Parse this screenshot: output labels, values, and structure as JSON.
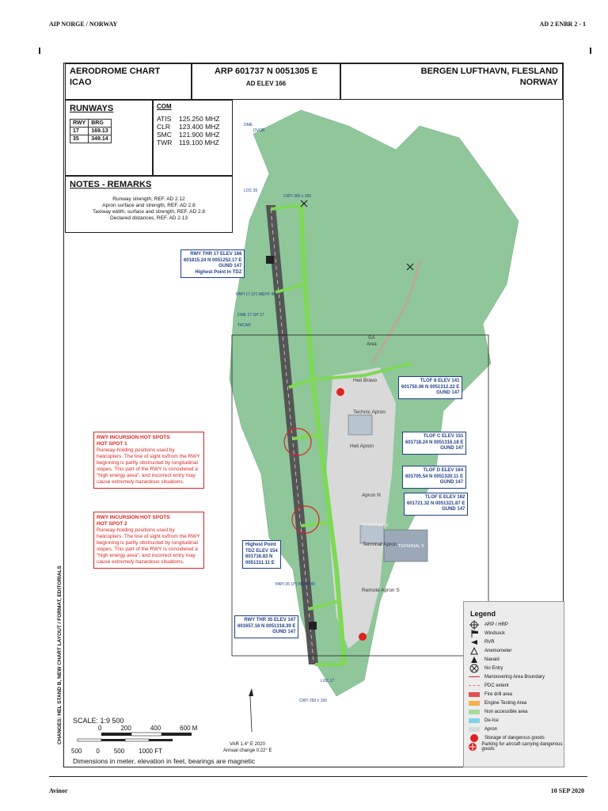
{
  "header": {
    "left": "AIP NORGE / NORWAY",
    "right": "AD 2 ENBR 2 - 1"
  },
  "title": {
    "chart_type_1": "AERODROME CHART",
    "chart_type_2": "ICAO",
    "arp": "ARP 601737 N  0051305 E",
    "elev": "AD ELEV 166",
    "airport": "BERGEN LUFTHAVN, FLESLAND",
    "country": "NORWAY"
  },
  "runways": {
    "heading": "RUNWAYS",
    "col_rwy": "RWY",
    "col_brg": "BRG",
    "rows": [
      {
        "rwy": "17",
        "brg": "169.13"
      },
      {
        "rwy": "35",
        "brg": "349.14"
      }
    ]
  },
  "com": {
    "heading": "COM",
    "rows": [
      {
        "name": "ATIS",
        "freq": "125.250 MHZ"
      },
      {
        "name": "CLR",
        "freq": "123.400 MHZ"
      },
      {
        "name": "SMC",
        "freq": "121.900 MHZ"
      },
      {
        "name": "TWR",
        "freq": "119.100 MHZ"
      }
    ]
  },
  "notes": {
    "heading": "NOTES - REMARKS",
    "lines": [
      "Runway strength, REF. AD 2.12",
      "Apron surface and strength, REF. AD 2.8",
      "Taxiway width, surface and strength, REF. AD 2.8",
      "Declared distances, REF. AD 2.13"
    ]
  },
  "labels": {
    "thr17": [
      "RWY THR 17 ELEV 166",
      "601815.24 N 0051252.17 E",
      "GUND 147",
      "Highest Point In TDZ"
    ],
    "tlof8": [
      "TLOF 8 ELEV 141",
      "601750.06 N 0051312.22 E",
      "GUND 147"
    ],
    "tlof_c": [
      "TLOF C ELEV 151",
      "601718.24 N 0051316.18 E",
      "GUND 147"
    ],
    "tlof_d": [
      "TLOF D ELEV 164",
      "601705.54 N 0051320.11 E",
      "GUND 147"
    ],
    "tlof_e": [
      "TLOF E ELEV 162",
      "601721.32 N 0051321.87 E",
      "GUND 147"
    ],
    "highest": [
      "Highest Point",
      "TDZ ELEV 154",
      "601718.83 N",
      "0051311.11 E"
    ],
    "thr35": [
      "RWY THR 35 ELEV 147",
      "601657.16 N 0051318.39 E",
      "GUND 147"
    ]
  },
  "hotspots": [
    {
      "title": "RWY INCURSION HOT SPOTS",
      "sub": "HOT SPOT 1",
      "text": "Runway-holding positions used by helicopters. The line of sight to/from the RWY beginning is partly obstructed by longitudinal slopes. This part of the RWY is considered a \"high energy area\", and incorrect entry may cause extremely hazardous situations."
    },
    {
      "title": "RWY INCURSION HOT SPOTS",
      "sub": "HOT SPOT 2",
      "text": "Runway-holding positions used by helicopters. The line of sight to/from the RWY beginning is partly obstructed by longitudinal slopes. This part of the RWY is considered a \"high energy area\", and incorrect entry may cause extremely hazardous situations."
    }
  ],
  "map_text": {
    "cwy_n": "CWY 300 x 150",
    "cwy_s": "CWY 293 x 150",
    "dme": "DME",
    "dvor": "DVOR",
    "tacan": "TACAN",
    "loc35": "LOC 35",
    "loc17": "LOC 17",
    "ga": "GA",
    "area": "Area",
    "heli_bravo": "Heli Bravo",
    "technic": "Technic Apron",
    "heli_apron": "Heli Apron",
    "apron_n": "Apron N",
    "terminal2": "TERMINAL 2",
    "terminal_apron": "Terminal Apron",
    "terminal3": "TERMINAL 3",
    "remote": "Remote Apron S",
    "papi17": "PAPI 17 (3°) MEHT 49",
    "papi35": "PAPI 35 (3°) MEHT 49",
    "dme17": "DME 17 GP 17"
  },
  "scale": {
    "title": "SCALE: 1:9 500",
    "m_ticks": [
      "0",
      "200",
      "400",
      "600 M"
    ],
    "ft_ticks": [
      "500",
      "0",
      "500",
      "1000 FT"
    ],
    "footer": "Dimensions in meter, elevation in feet, bearings are magnetic"
  },
  "var": {
    "line1": "VAR 1.4° E 2020",
    "line2": "Annual change 0.22° E"
  },
  "side_note": "CHANGES: HEL STAND B, NEW CHART LAYOUT / FORMAT, EDITORIALS",
  "legend": {
    "title": "Legend",
    "items": [
      {
        "sym": "arp",
        "label": "ARP  / HRP"
      },
      {
        "sym": "windsock",
        "label": "Windsock"
      },
      {
        "sym": "rvr",
        "label": "RVR"
      },
      {
        "sym": "anemometer",
        "label": "Anemometer"
      },
      {
        "sym": "navaid",
        "label": "Navaid"
      },
      {
        "sym": "noentry",
        "label": "No Entry"
      },
      {
        "sym": "boundary",
        "label": "Manouvering Area Boundary",
        "color": "#c62828"
      },
      {
        "sym": "pdc",
        "label": "PDC extent",
        "color": "#e57373"
      },
      {
        "sym": "swatch",
        "label": "Fire drill area",
        "color": "#e05050"
      },
      {
        "sym": "swatch",
        "label": "Engine Testing Area",
        "color": "#f2b04a"
      },
      {
        "sym": "swatch",
        "label": "Non accessible area",
        "color": "#a7d9a0"
      },
      {
        "sym": "swatch",
        "label": "De-Ice",
        "color": "#7fd3ea"
      },
      {
        "sym": "swatch",
        "label": "Apron",
        "color": "#d9d9d9"
      },
      {
        "sym": "danger",
        "label": "Storage of dangerous goods"
      },
      {
        "sym": "parking",
        "label": "Parking for aircraft carrying dangerous goods"
      }
    ]
  },
  "footer": {
    "left": "Avinor",
    "right": "10 SEP 2020"
  },
  "colors": {
    "terrain": "#8fc79a",
    "taxiway": "#7ed957",
    "apron": "#d9d9d9",
    "runway": "#555555",
    "blue": "#1f3f8a",
    "red": "#d22222"
  }
}
